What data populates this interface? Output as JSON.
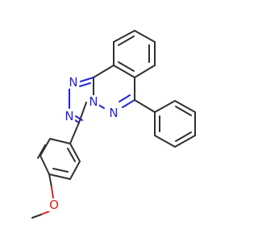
{
  "structure": {
    "atoms": [
      {
        "id": "N1",
        "element": "N",
        "label": "N"
      },
      {
        "id": "N2",
        "element": "N",
        "label": "N"
      },
      {
        "id": "N3",
        "element": "N",
        "label": "N"
      },
      {
        "id": "N4",
        "element": "N",
        "label": "N"
      },
      {
        "id": "O1",
        "element": "O",
        "label": "O"
      }
    ],
    "colors": {
      "bond": "#303030",
      "nitrogen": "#2424d8",
      "oxygen": "#e02020",
      "background": "#ffffff"
    }
  }
}
